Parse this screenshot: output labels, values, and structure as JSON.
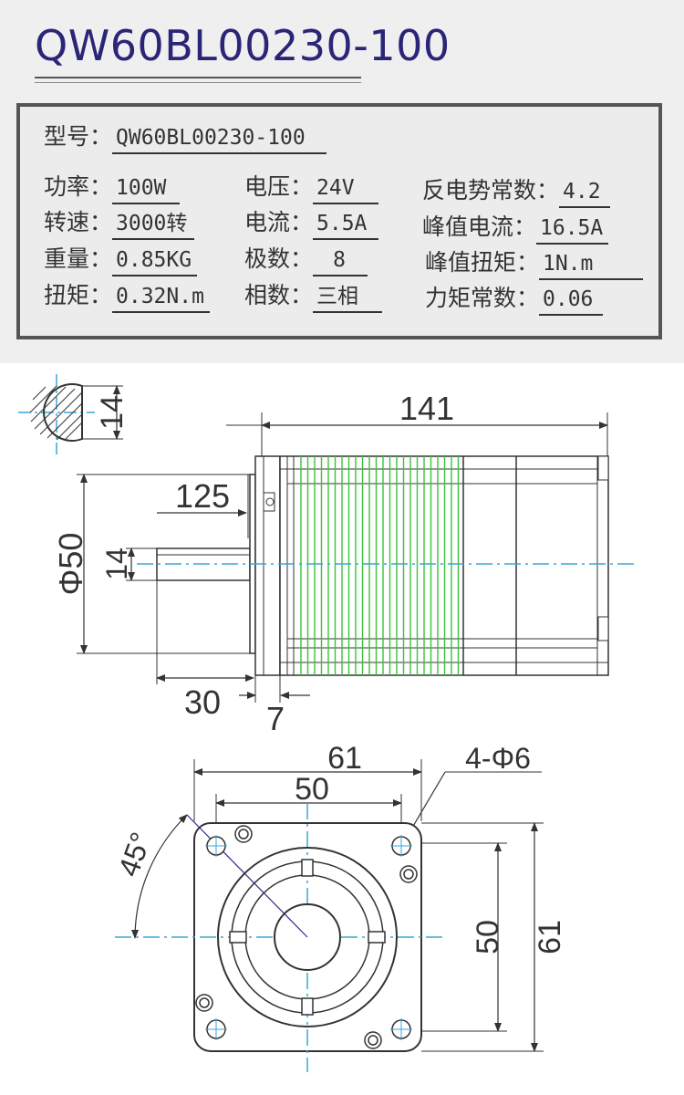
{
  "title": "QW60BL00230-100",
  "specs": {
    "model": {
      "label": "型号：",
      "value": "QW60BL00230-100"
    },
    "power": {
      "label": "功率：",
      "value": "100W"
    },
    "voltage": {
      "label": "电压：",
      "value": "24V"
    },
    "bemf": {
      "label": "反电势常数：",
      "value": "4.2"
    },
    "speed": {
      "label": "转速：",
      "value": "3000转"
    },
    "current": {
      "label": "电流：",
      "value": "5.5A"
    },
    "peak_current": {
      "label": "峰值电流：",
      "value": "16.5A"
    },
    "weight": {
      "label": "重量：",
      "value": "0.85KG"
    },
    "poles": {
      "label": "极数：",
      "value": "8"
    },
    "peak_torque": {
      "label": "峰值扭矩：",
      "value": "1N.m"
    },
    "torque": {
      "label": "扭矩：",
      "value": "0.32N.m"
    },
    "phases": {
      "label": "相数：",
      "value": "三相"
    },
    "torque_constant": {
      "label": "力矩常数：",
      "value": "0.06"
    }
  },
  "drawing": {
    "shaft_flat": "14",
    "overall_length": "141",
    "shaft_length": "125",
    "flange_diameter": "Φ50",
    "shaft_dim": "14",
    "shaft_protrusion": "30",
    "flange_thickness": "7",
    "front_width": "61",
    "front_hole_spacing": "50",
    "holes": "4-Φ6",
    "angle": "45°",
    "front_height_spacing": "50",
    "front_height": "61"
  },
  "colors": {
    "title": "#2b2577",
    "stator_green": "#39c339",
    "centerline": "#3aa6d8",
    "diagonal": "#2a2a9a"
  }
}
